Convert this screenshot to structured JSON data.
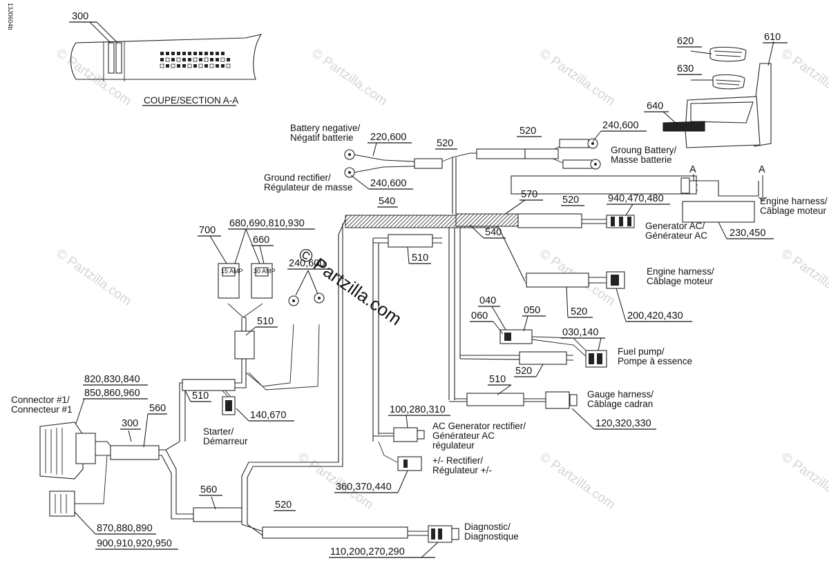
{
  "drawing_id": "13J0604b",
  "section_label": "COUPE/SECTION A-A",
  "watermark": "© Partzilla.com",
  "watermark_small": "© Partzilla.com",
  "refs": {
    "r300_top": "300",
    "r620": "620",
    "r610": "610",
    "r630": "630",
    "r640": "640",
    "r220_600": "220,600",
    "r520_top1": "520",
    "r520_top2": "520",
    "r240_600_top": "240,600",
    "r240_600_left": "240,600",
    "r540_a": "540",
    "r540_b": "540",
    "r570": "570",
    "r520_gen": "520",
    "r940": "940,470,480",
    "r230": "230,450",
    "r700": "700",
    "r680": "680,690,810,930",
    "r660": "660",
    "r240_600_mid": "240,600",
    "r510_a": "510",
    "r510_b": "510",
    "r510_c": "510",
    "r510_d": "510",
    "r520_eng": "520",
    "r200": "200,420,430",
    "r040": "040",
    "r050": "050",
    "r060": "060",
    "r030": "030,140",
    "r520_fuel": "520",
    "r820": "820,830,840",
    "r850": "850,860,960",
    "r300_mid": "300",
    "r560_a": "560",
    "r560_b": "560",
    "r140": "140,670",
    "r100": "100,280,310",
    "r360": "360,370,440",
    "r120": "120,320,330",
    "r520_diag": "520",
    "r110": "110,200,270,290",
    "r870": "870,880,890",
    "r900": "900,910,920,950",
    "sectionA_1": "A",
    "sectionA_2": "A"
  },
  "labels": {
    "battery_negative": [
      "Battery negative/",
      "Négatif batterie"
    ],
    "ground_rectifier": [
      "Ground rectifier/",
      "Régulateur de masse"
    ],
    "ground_battery": [
      "Groung Battery/",
      "Masse batterie"
    ],
    "engine_harness_top": [
      "Engine harness/",
      "Câblage moteur"
    ],
    "generator_ac": [
      "Generator AC/",
      "Générateur AC"
    ],
    "engine_harness_mid": [
      "Engine harness/",
      "Câblage moteur"
    ],
    "fuel_pump": [
      "Fuel pump/",
      "Pompe à essence"
    ],
    "gauge_harness": [
      "Gauge harness/",
      "Câblage cadran"
    ],
    "connector1": [
      "Connector #1/",
      "Connecteur #1"
    ],
    "starter": [
      "Starter/",
      "Démarreur"
    ],
    "ac_gen_rectifier": [
      "AC Generator rectifier/",
      "Générateur AC",
      "régulateur"
    ],
    "rectifier": [
      "+/- Rectifier/",
      "Régulateur +/-"
    ],
    "diagnostic": [
      "Diagnostic/",
      "Diagnostique"
    ]
  },
  "fuse_labels": [
    "15 AMP",
    "30 AMP"
  ]
}
